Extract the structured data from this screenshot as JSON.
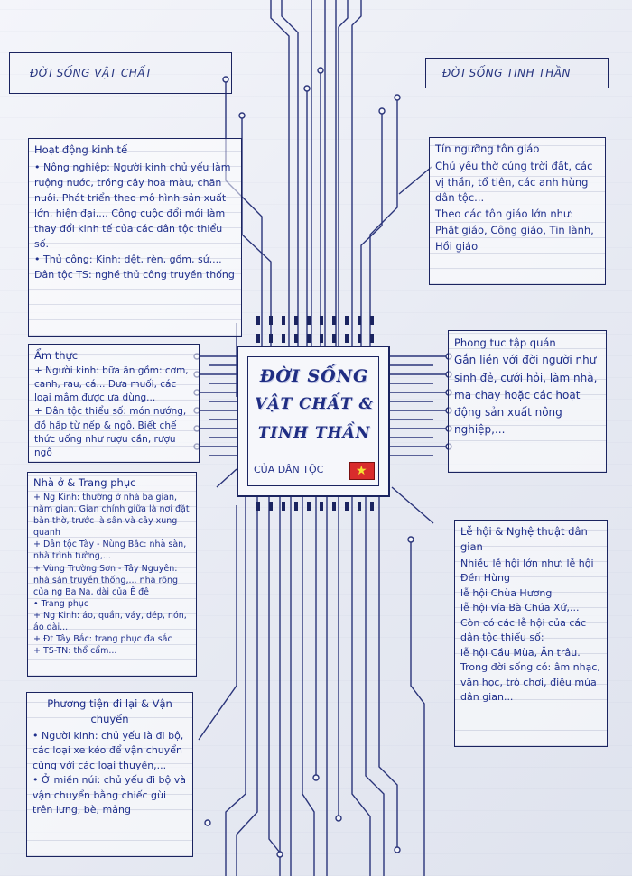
{
  "headers": {
    "left": "ĐỜI SỐNG VẬT CHẤT",
    "right": "ĐỜI SỐNG TINH THẦN"
  },
  "chip": {
    "line1": "ĐỜI SỐNG",
    "line2": "VẬT CHẤT &",
    "line3": "TINH THẦN",
    "line4": "CỦA DÂN TỘC"
  },
  "boxes": {
    "economy": {
      "title": "Hoạt động kinh tế",
      "body": "• Nông nghiệp: Người kinh chủ yếu làm ruộng nước, trồng cây hoa màu, chăn nuôi. Phát triển theo mô hình sản xuất lớn, hiện đại,... Công cuộc đổi mới làm thay đổi kinh tế của các dân tộc thiểu số.\n• Thủ công: Kinh: dệt, rèn, gốm, sứ,...\nDân tộc TS: nghề thủ công truyền thống"
    },
    "food": {
      "title": "Ẩm thực",
      "body": "+ Người kinh: bữa ăn gồm: cơm, canh, rau, cá... Dưa muối, các loại mắm được ưa dùng...\n+ Dân tộc thiểu số: món nướng, đồ hấp từ nếp & ngô. Biết chế thức uống như rượu cần, rượu ngô"
    },
    "housing": {
      "title": "Nhà ở & Trang phục",
      "body": "+ Ng Kinh: thường ở nhà ba gian, năm gian. Gian chính giữa là nơi đặt bàn thờ, trước là sân và cây xung quanh\n+ Dân tộc Tày - Nùng Bắc: nhà sàn, nhà trình tường,...\n+ Vùng Trường Sơn - Tây Nguyên: nhà sàn truyền thống,... nhà rông của ng Ba Na, dài của Ê đê\n• Trang phục\n+ Ng Kinh: áo, quần, váy, dép, nón, áo dài...\n+ Đt Tây Bắc: trang phục đa sắc\n+ TS-TN: thổ cẩm..."
    },
    "transport": {
      "title": "Phương tiện đi lại & Vận chuyển",
      "body": "• Người kinh: chủ yếu là đi bộ, các loại xe kéo để vận chuyển cùng với các loại thuyền,...\n• Ở miền núi: chủ yếu đi bộ và vận chuyển bằng chiếc gùi trên lưng, bè, mảng"
    },
    "religion": {
      "title": "Tín ngưỡng tôn giáo",
      "body": "Chủ yếu thờ cúng trời đất, các vị thần, tổ tiên, các anh hùng dân tộc...\nTheo các tôn giáo lớn như: Phật giáo, Công giáo, Tin lành, Hồi giáo"
    },
    "customs": {
      "title": "Phong tục tập quán",
      "body": "Gắn liền với đời người như sinh đẻ, cưới hỏi, làm nhà, ma chay hoặc các hoạt động sản xuất nông nghiệp,..."
    },
    "festivals": {
      "title": "Lễ hội & Nghệ thuật dân gian",
      "body": "Nhiều lễ hội lớn như: lễ hội Đền Hùng\nlễ hội Chùa Hương\nlễ hội vía Bà Chúa Xứ,...\nCòn có các lễ hội của các dân tộc thiểu số:\nlễ hội Cầu Mùa, Ăn trâu.\nTrong đời sống có: âm nhạc, văn học, trò chơi, điệu múa dân gian..."
    }
  },
  "colors": {
    "ink": "#1f2f8c",
    "frame": "#1b2460",
    "flag_red": "#d92c2c",
    "flag_star": "#f5e232"
  }
}
